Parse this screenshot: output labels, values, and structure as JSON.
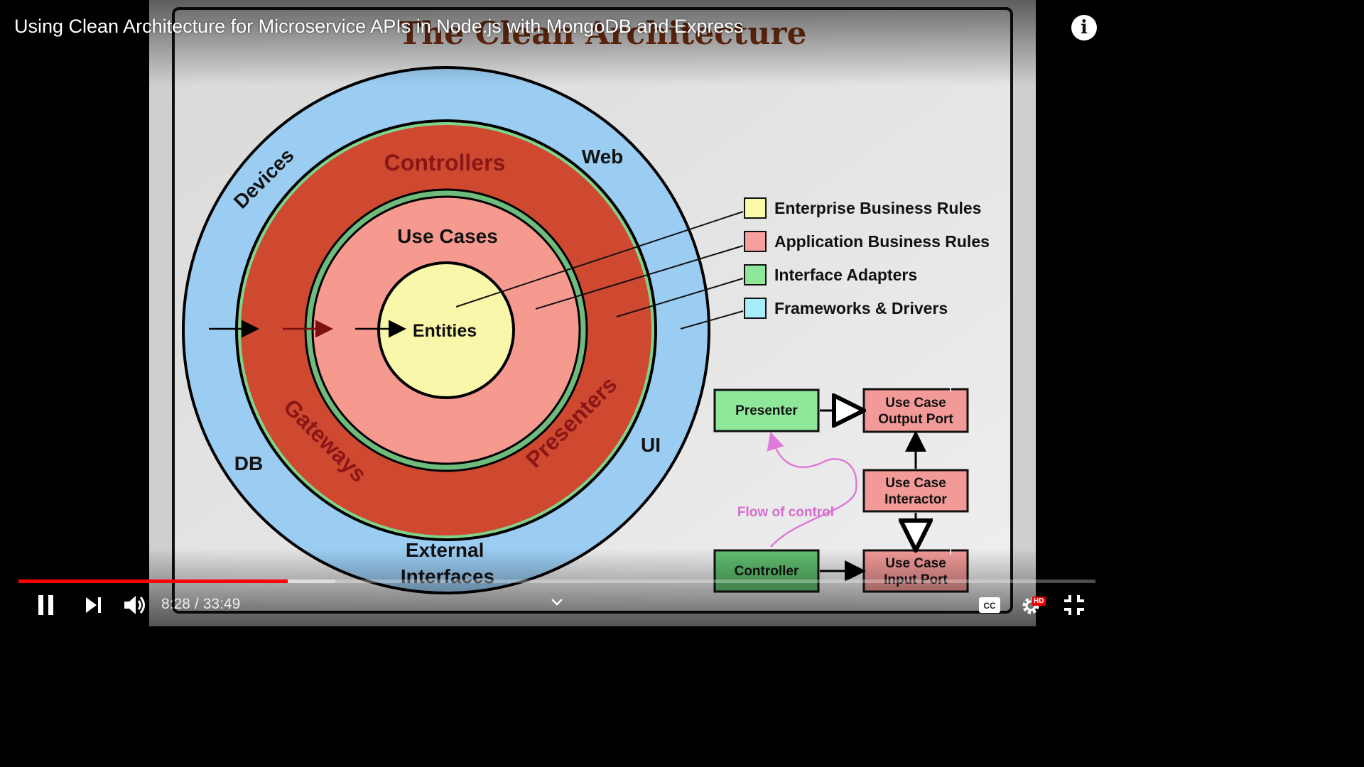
{
  "video": {
    "title": "Using Clean Architecture for Microservice APIs in Node.js with MongoDB and Express"
  },
  "slide": {
    "title": "The Clean Architecture",
    "rings": {
      "outer": {
        "labels": [
          "Devices",
          "Web",
          "DB",
          "UI",
          "External Interfaces"
        ]
      },
      "adapters": {
        "labels": [
          "Controllers",
          "Gateways",
          "Presenters"
        ]
      },
      "use_cases": {
        "label": "Use Cases"
      },
      "entities": {
        "label": "Entities"
      }
    },
    "legend": [
      {
        "label": "Enterprise Business Rules",
        "color": "#fbfaa6"
      },
      {
        "label": "Application Business Rules",
        "color": "#f7a0a0"
      },
      {
        "label": "Interface Adapters",
        "color": "#8fe79a"
      },
      {
        "label": "Frameworks & Drivers",
        "color": "#a8ecf8"
      }
    ],
    "flow": {
      "presenter": "Presenter",
      "controller": "Controller",
      "output_port": "Use Case Output Port",
      "interactor": "Use Case Interactor",
      "input_port": "Use Case Input Port",
      "flow_label": "Flow of control",
      "interface_marker": "I"
    }
  },
  "controls": {
    "current_time": "8:28",
    "separator": "/",
    "duration": "33:49",
    "progress_played": 0.25,
    "progress_buffered": 0.294,
    "hd_badge": "HD",
    "icons": [
      "pause-icon",
      "next-icon",
      "volume-icon",
      "chevron-down-icon",
      "cc-icon",
      "settings-icon",
      "exit-fullscreen-icon",
      "info-icon"
    ]
  }
}
